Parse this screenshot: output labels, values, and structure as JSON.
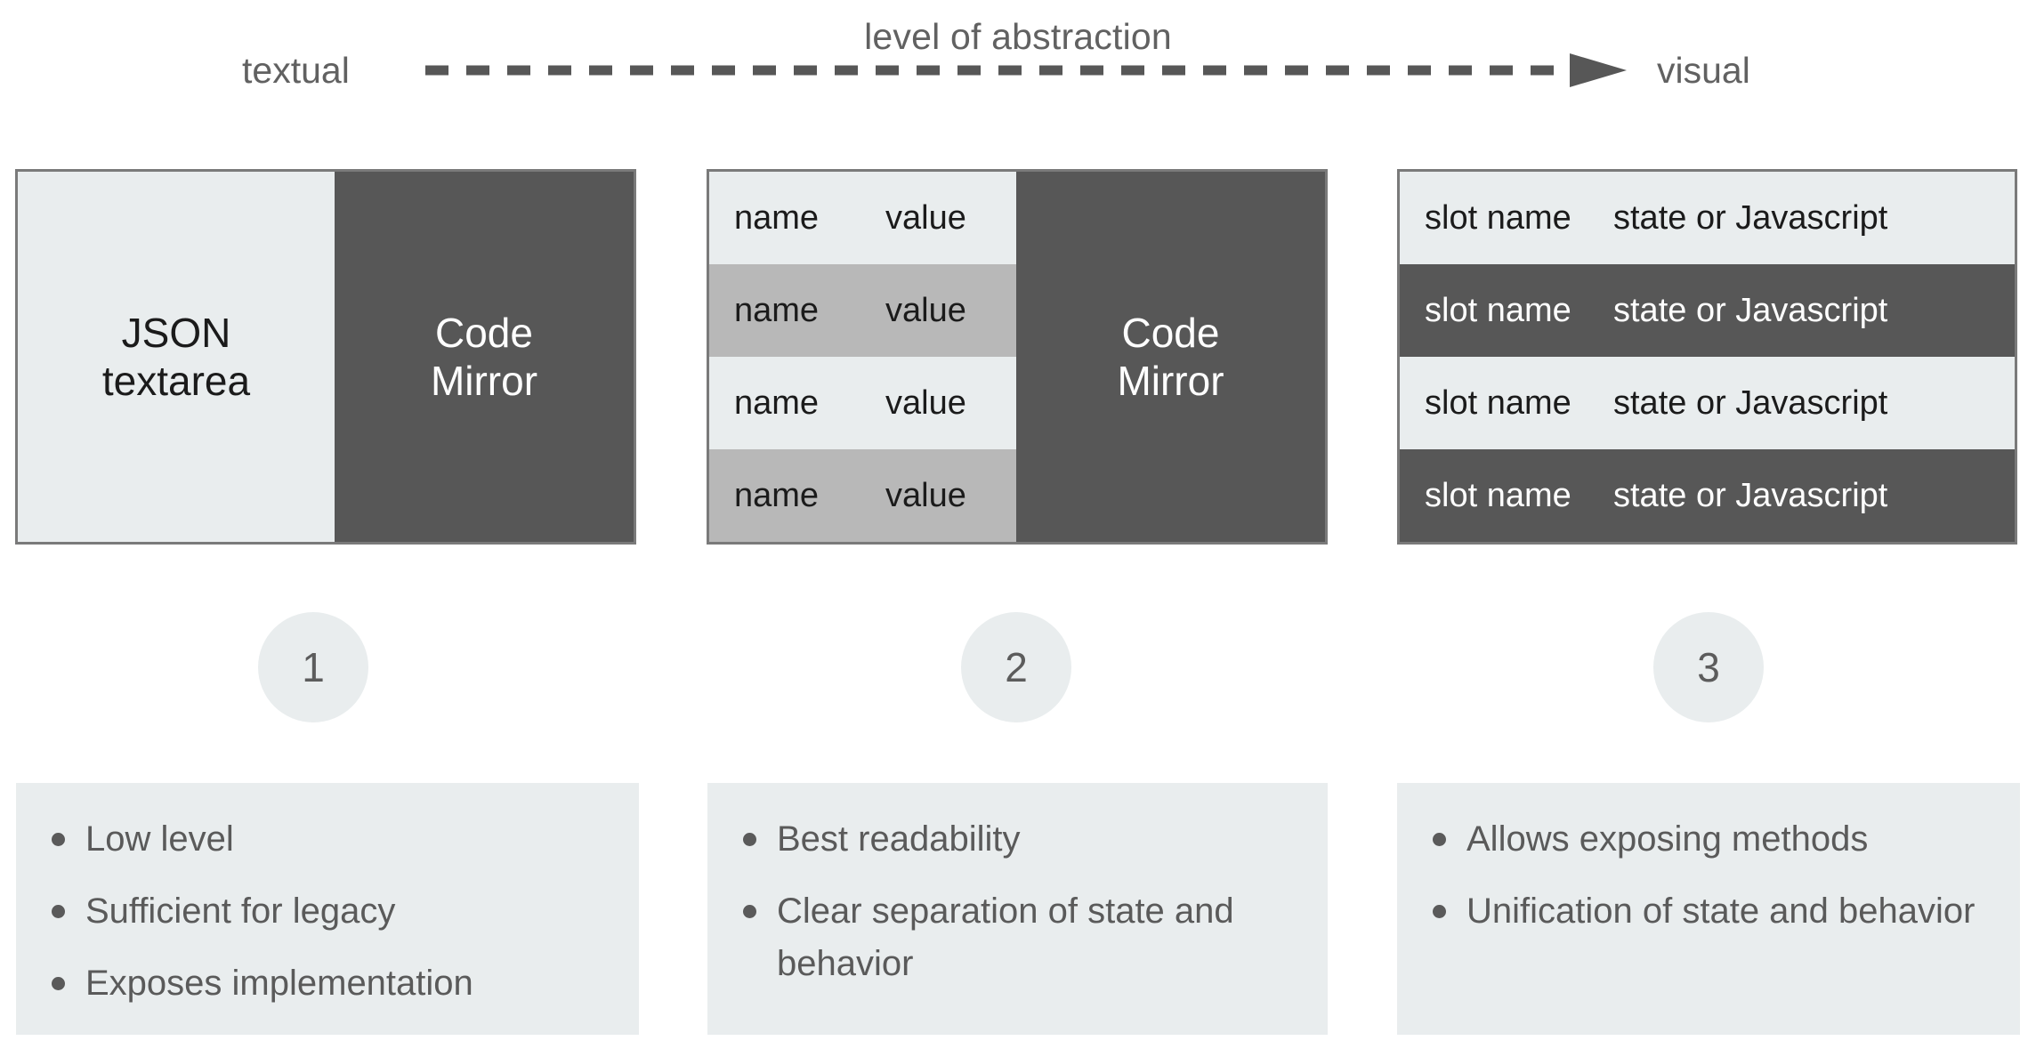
{
  "axis": {
    "title": "level of abstraction",
    "left_label": "textual",
    "right_label": "visual",
    "arrow_icon": "dashed-arrow-right-icon"
  },
  "colors": {
    "light_panel": "#e9edee",
    "dark_panel": "#575757",
    "mid_stripe": "#b8b8b8",
    "border": "#7a7a7a",
    "text_gray": "#5a5a5a",
    "text_dark": "#1b1b1b",
    "text_on_dark": "#ffffff"
  },
  "columns": [
    {
      "step": "1",
      "panel": {
        "left_pane": {
          "label": "JSON\ntextarea",
          "line1": "JSON",
          "line2": "textarea",
          "style": "light"
        },
        "right_pane": {
          "line1": "Code",
          "line2": "Mirror",
          "style": "dark"
        }
      },
      "bullets": [
        "Low level",
        "Sufficient for legacy",
        "Exposes implementation"
      ]
    },
    {
      "step": "2",
      "panel": {
        "rows": [
          {
            "name": "name",
            "value": "value",
            "stripe": "light"
          },
          {
            "name": "name",
            "value": "value",
            "stripe": "mid"
          },
          {
            "name": "name",
            "value": "value",
            "stripe": "light"
          },
          {
            "name": "name",
            "value": "value",
            "stripe": "mid"
          }
        ],
        "right_pane": {
          "line1": "Code",
          "line2": "Mirror",
          "style": "dark"
        }
      },
      "bullets": [
        "Best readability",
        "Clear separation of state and behavior"
      ]
    },
    {
      "step": "3",
      "panel": {
        "rows": [
          {
            "name": "slot name",
            "value": "state or Javascript",
            "stripe": "light"
          },
          {
            "name": "slot name",
            "value": "state or Javascript",
            "stripe": "dark"
          },
          {
            "name": "slot name",
            "value": "state or Javascript",
            "stripe": "light"
          },
          {
            "name": "slot name",
            "value": "state or Javascript",
            "stripe": "dark"
          }
        ]
      },
      "bullets": [
        "Allows exposing methods",
        "Unification of state and behavior"
      ]
    }
  ]
}
